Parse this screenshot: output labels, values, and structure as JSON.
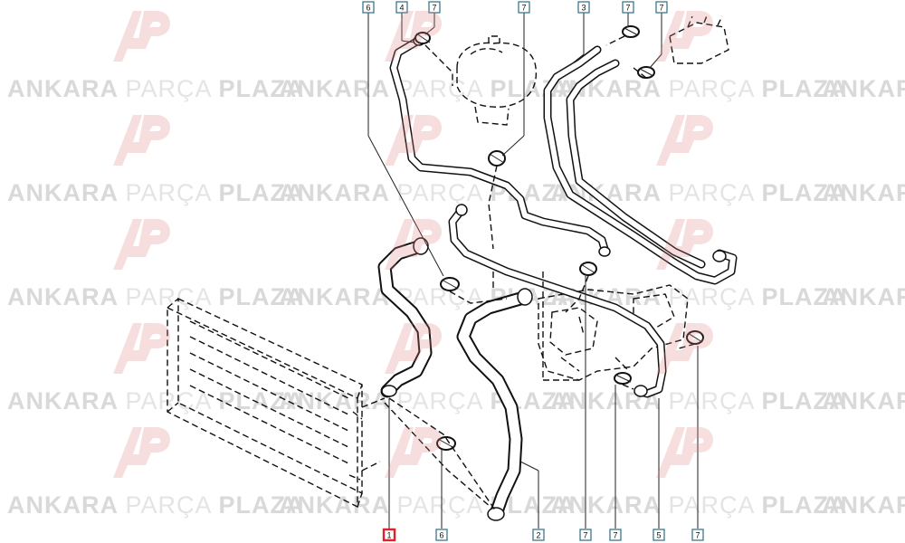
{
  "watermark": {
    "word_a": "ANKARA",
    "word_b": "PARÇA",
    "word_c": "PLAZA",
    "logo_letters": "AP",
    "rows": [
      97,
      212,
      327,
      442,
      557
    ],
    "logo_rows": [
      40,
      155,
      270,
      385,
      500
    ]
  },
  "callouts": [
    {
      "id": "c6-top",
      "number": "6",
      "selected": false
    },
    {
      "id": "c4-top",
      "number": "4",
      "selected": false
    },
    {
      "id": "c7-top-a",
      "number": "7",
      "selected": false
    },
    {
      "id": "c7-top-b",
      "number": "7",
      "selected": false
    },
    {
      "id": "c3-top",
      "number": "3",
      "selected": false
    },
    {
      "id": "c7-top-c",
      "number": "7",
      "selected": false
    },
    {
      "id": "c7-top-d",
      "number": "7",
      "selected": false
    },
    {
      "id": "c1-bottom",
      "number": "1",
      "selected": true
    },
    {
      "id": "c6-bottom",
      "number": "6",
      "selected": false
    },
    {
      "id": "c2-bottom",
      "number": "2",
      "selected": false
    },
    {
      "id": "c7-bottom-a",
      "number": "7",
      "selected": false
    },
    {
      "id": "c7-bottom-b",
      "number": "7",
      "selected": false
    },
    {
      "id": "c5-bottom",
      "number": "5",
      "selected": false
    },
    {
      "id": "c7-bottom-c",
      "number": "7",
      "selected": false
    }
  ],
  "colors": {
    "selected_border": "#e0202a",
    "callout_border": "#3a7a8c",
    "watermark": "#d9d9d9"
  }
}
